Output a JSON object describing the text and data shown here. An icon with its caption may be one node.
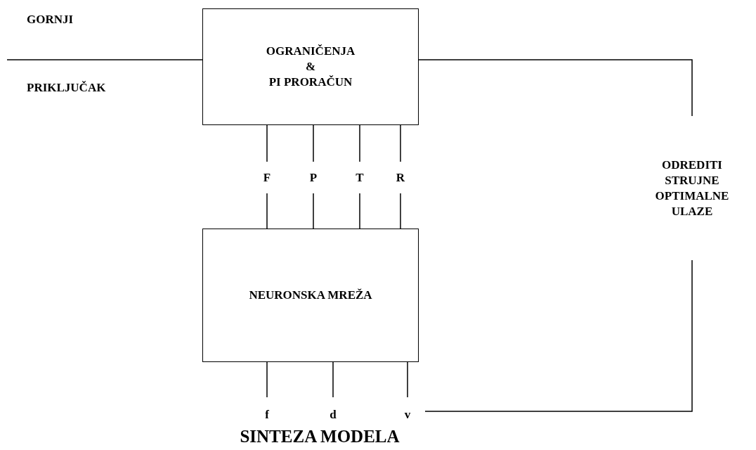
{
  "diagram": {
    "caption": "SINTEZA MODELA",
    "nodes": [
      {
        "text": [
          "OGRANIČENJA",
          "&",
          "PI PRORAČUN"
        ]
      },
      {
        "text": [
          "NEURONSKA MREŽA"
        ]
      },
      {
        "text": [
          "F"
        ]
      },
      {
        "text": [
          "P"
        ]
      },
      {
        "text": [
          "T"
        ]
      },
      {
        "text": [
          "R"
        ]
      },
      {
        "text": [
          "f"
        ]
      },
      {
        "text": [
          "d"
        ]
      },
      {
        "text": [
          "v"
        ]
      },
      {
        "text": [
          "ODREDITI STRUJNE OPTIMALNE ULAZE"
        ]
      }
    ],
    "edges": [
      {
        "from": null,
        "to": 0,
        "arrow": "none"
      },
      {
        "from": 0,
        "to": 2,
        "arrow": "none"
      },
      {
        "from": 0,
        "to": 3,
        "arrow": "none"
      },
      {
        "from": 0,
        "to": 4,
        "arrow": "none"
      },
      {
        "from": 0,
        "to": 5,
        "arrow": "none"
      },
      {
        "from": 2,
        "to": 1,
        "arrow": "none"
      },
      {
        "from": 3,
        "to": 1,
        "arrow": "none"
      },
      {
        "from": 4,
        "to": 1,
        "arrow": "none"
      },
      {
        "from": 5,
        "to": 1,
        "arrow": "none"
      },
      {
        "from": 1,
        "to": 6,
        "arrow": "none"
      },
      {
        "from": 1,
        "to": 7,
        "arrow": "none"
      },
      {
        "from": 1,
        "to": 8,
        "arrow": "none"
      },
      {
        "from": 0,
        "to": 9,
        "arrow": "none"
      },
      {
        "from": 9,
        "to": 8,
        "arrow": "none"
      }
    ],
    "labels": [
      "GORNJI",
      "PRIKLJUČAK"
    ]
  }
}
